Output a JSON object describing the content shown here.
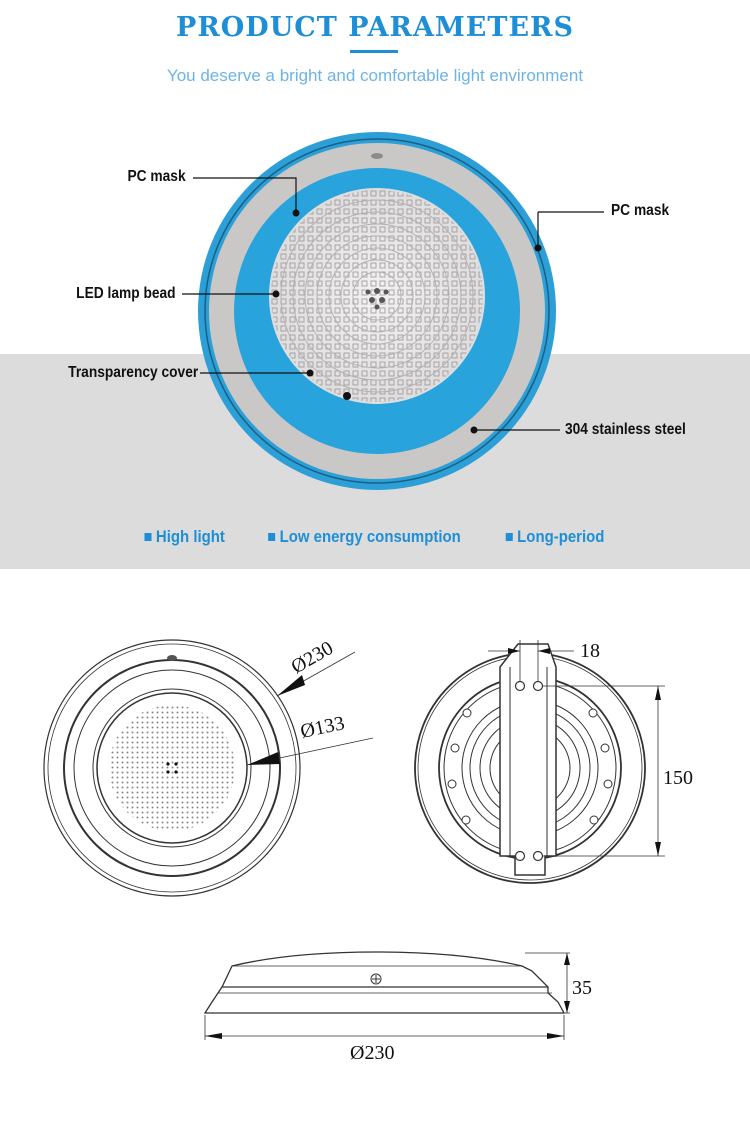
{
  "header": {
    "title": "PRODUCT PARAMETERS",
    "subtitle": "You deserve a bright and comfortable light environment"
  },
  "callouts": {
    "pc_mask_left": "PC mask",
    "led_lamp_bead": "LED lamp bead",
    "transparency_cover": "Transparency cover",
    "pc_mask_right": "PC mask",
    "stainless_steel": "304 stainless steel"
  },
  "features": [
    {
      "label": "High light"
    },
    {
      "label": "Low energy consumption"
    },
    {
      "label": "Long-period"
    }
  ],
  "drawings": {
    "front_view": {
      "outer_diameter": "Ø230",
      "inner_diameter": "Ø133"
    },
    "back_view": {
      "bracket_width": "18",
      "hole_spacing": "150"
    },
    "side_view": {
      "height": "35",
      "diameter": "Ø230"
    }
  },
  "colors": {
    "accent": "#1e8fd6",
    "subtitle": "#6eb3e6",
    "band": "#dcdcdc",
    "pc_blue": "#29a3dc",
    "steel": "#c9c7c5"
  }
}
